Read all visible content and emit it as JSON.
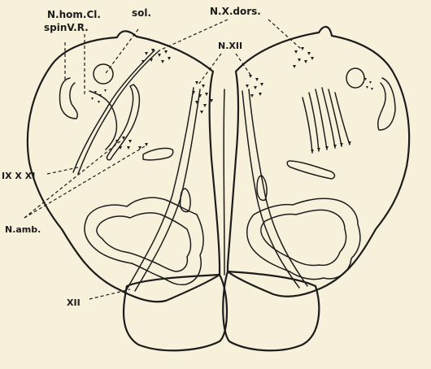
{
  "figure": {
    "background": "#f7f1dc",
    "ink": "#1c1c1c"
  },
  "labels": {
    "n_hom_cl": "N.hom.Cl.",
    "spin_v_r": "spinV.R.",
    "sol": "sol.",
    "n_x_dors": "N.X.dors.",
    "n_xii": "N.XII",
    "ix_x_xi": "IX X XI",
    "n_amb": "N.amb.",
    "xii": "XII"
  }
}
